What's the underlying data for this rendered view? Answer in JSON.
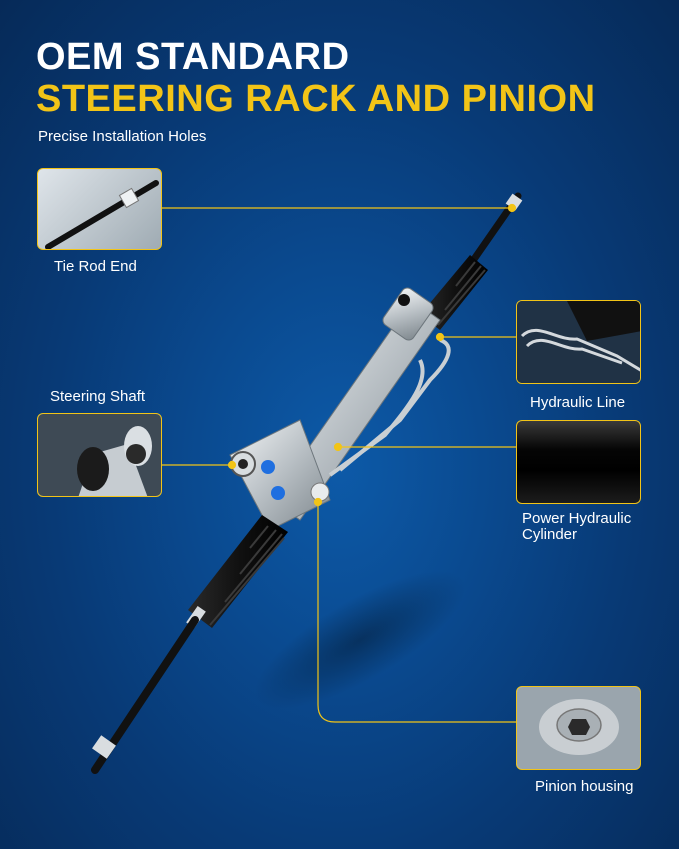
{
  "header": {
    "line1": "OEM STANDARD",
    "line2": "STEERING RACK AND PINION",
    "subtitle": "Precise Installation Holes"
  },
  "callouts": {
    "tie_rod_end": "Tie Rod End",
    "steering_shaft": "Steering Shaft",
    "hydraulic_line": "Hydraulic Line",
    "power_hydraulic_cylinder_1": "Power Hydraulic",
    "power_hydraulic_cylinder_2": "Cylinder",
    "pinion_housing": "Pinion housing"
  },
  "colors": {
    "accent": "#f2c417",
    "background": "#0a4a90"
  }
}
